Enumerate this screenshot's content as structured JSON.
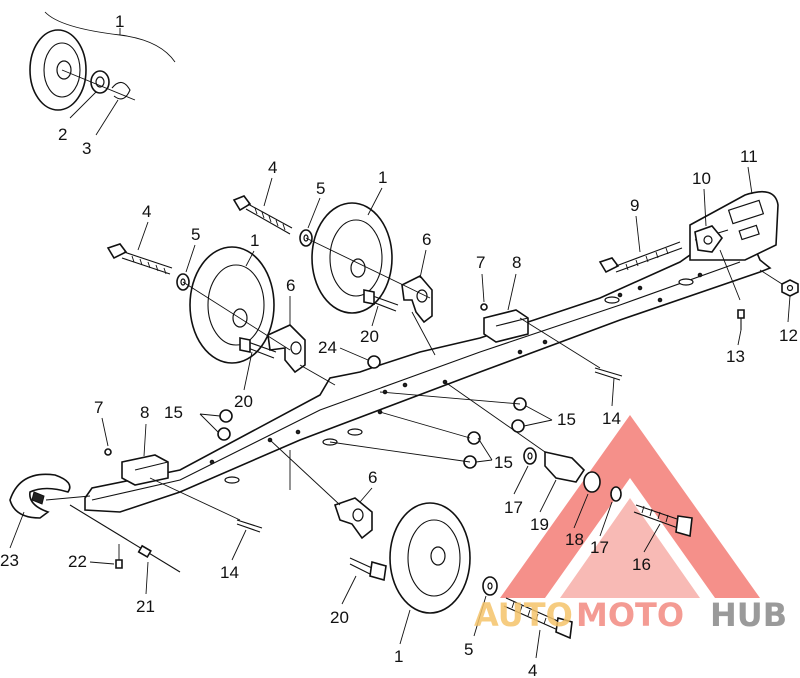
{
  "callouts": {
    "c1_top": "1",
    "c2": "2",
    "c3": "3",
    "c4_a": "4",
    "c5_a": "5",
    "c1_b": "1",
    "c6_a": "6",
    "c4_b": "4",
    "c5_b": "5",
    "c1_c": "1",
    "c6_b": "6",
    "c20_a": "20",
    "c24": "24",
    "c20_b": "20",
    "c7_a": "7",
    "c8_a": "8",
    "c9": "9",
    "c10": "10",
    "c11": "11",
    "c12": "12",
    "c13": "13",
    "c14_a": "14",
    "c7_b": "7",
    "c8_b": "8",
    "c15_a": "15",
    "c15_b": "15",
    "c15_c": "15",
    "c17_a": "17",
    "c19": "19",
    "c18": "18",
    "c17_b": "17",
    "c16": "16",
    "c23": "23",
    "c22": "22",
    "c21": "21",
    "c14_b": "14",
    "c6_c": "6",
    "c20_c": "20",
    "c1_d": "1",
    "c5_c": "5",
    "c4_c": "4"
  },
  "watermark": {
    "text": "AUTOMOTOHUB",
    "part_auto": "AUTO",
    "part_moto": "MOTO",
    "part_hub": "HUB",
    "color_auto": "#f5c36a",
    "color_moto": "#f28a80",
    "color_hub": "#9a9a9a",
    "triangle_color": "#f26b63"
  }
}
